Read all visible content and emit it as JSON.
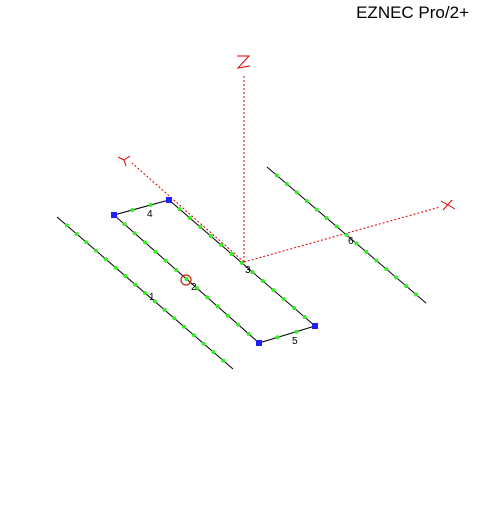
{
  "app": {
    "title": "EZNEC Pro/2+"
  },
  "colors": {
    "axis": "#dd0000",
    "wire": "#000000",
    "segment": "#33ee22",
    "corner_node": "#1f1fff",
    "source": "#cc2200",
    "background": "#ffffff"
  },
  "view": {
    "axes": [
      {
        "id": "x-axis",
        "label": "X"
      },
      {
        "id": "y-axis",
        "label": "Y"
      },
      {
        "id": "z-axis",
        "label": "Z"
      }
    ],
    "wires": [
      {
        "number": "1"
      },
      {
        "number": "2"
      },
      {
        "number": "3"
      },
      {
        "number": "4"
      },
      {
        "number": "5"
      },
      {
        "number": "6"
      }
    ],
    "source": {
      "wire": "2",
      "icon": "source-circle-icon"
    }
  }
}
